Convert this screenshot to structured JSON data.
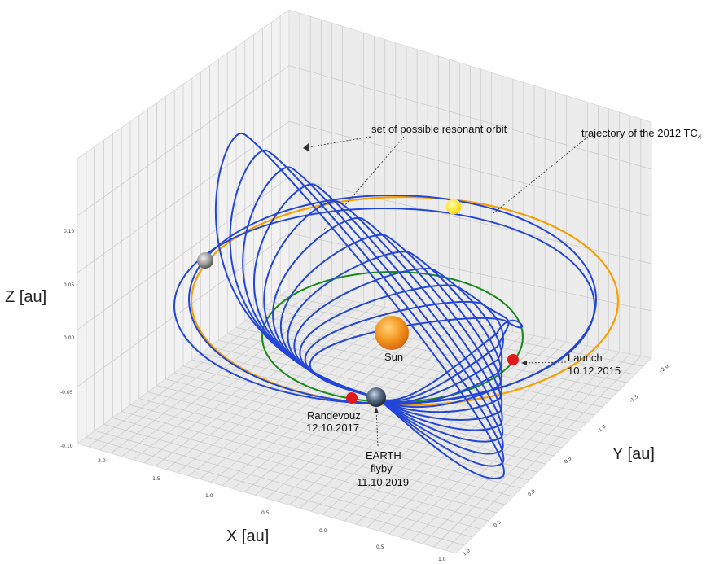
{
  "axes": {
    "z_label": "Z [au]",
    "y_label": "Y [au]",
    "x_label": "X [au]",
    "z_ticks": [
      "0.10",
      "0.05",
      "0.00",
      "-0.05",
      "-0.10"
    ],
    "x_ticks": [
      "-2.0",
      "-1.5",
      "1.0",
      "0.5",
      "0.0",
      "0.5",
      "1.0"
    ],
    "y_ticks": [
      "-2.0",
      "-1.5",
      "-1.0",
      "-0.5",
      "0.0",
      "0.5",
      "1.0"
    ]
  },
  "annotations": {
    "resonant_orbits": "set of possible resonant orbit",
    "trajectory_prefix": "trajectory of the 2012 TC",
    "trajectory_subscript": "4",
    "sun": "Sun",
    "launch_line1": "Launch",
    "launch_line2": "10.12.2015",
    "rendezvous_line1": "Randevouz",
    "rendezvous_line2": "12.10.2017",
    "flyby_line1": "EARTH",
    "flyby_line2": "flyby",
    "flyby_line3": "11.10.2019"
  },
  "colors": {
    "resonant_orbit": "#2346d8",
    "asteroid_trajectory": "#f5a000",
    "earth_orbit": "#1a8a1a",
    "event_marker": "#e01a1a",
    "asteroid_marker": "#ffe600",
    "sun": "#f08a1a"
  },
  "bodies": [
    "sun-icon",
    "earth-icon",
    "asteroid-icon",
    "moon-icon"
  ]
}
